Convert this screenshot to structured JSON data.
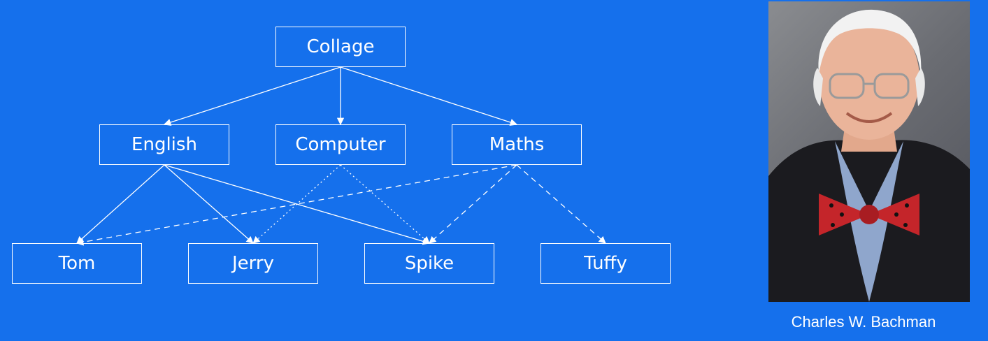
{
  "diagram": {
    "nodes": {
      "root": "Collage",
      "english": "English",
      "computer": "Computer",
      "maths": "Maths",
      "tom": "Tom",
      "jerry": "Jerry",
      "spike": "Spike",
      "tuffy": "Tuffy"
    },
    "edges": [
      {
        "from": "root",
        "to": "english",
        "style": "solid"
      },
      {
        "from": "root",
        "to": "computer",
        "style": "solid"
      },
      {
        "from": "root",
        "to": "maths",
        "style": "solid"
      },
      {
        "from": "english",
        "to": "tom",
        "style": "solid"
      },
      {
        "from": "english",
        "to": "jerry",
        "style": "solid"
      },
      {
        "from": "english",
        "to": "spike",
        "style": "solid"
      },
      {
        "from": "computer",
        "to": "jerry",
        "style": "dotted"
      },
      {
        "from": "computer",
        "to": "spike",
        "style": "dotted"
      },
      {
        "from": "maths",
        "to": "tom",
        "style": "dashed"
      },
      {
        "from": "maths",
        "to": "spike",
        "style": "dashed"
      },
      {
        "from": "maths",
        "to": "tuffy",
        "style": "dashed"
      }
    ]
  },
  "portrait": {
    "caption": "Charles W. Bachman"
  },
  "colors": {
    "background": "#1570EC",
    "line": "#ffffff"
  }
}
